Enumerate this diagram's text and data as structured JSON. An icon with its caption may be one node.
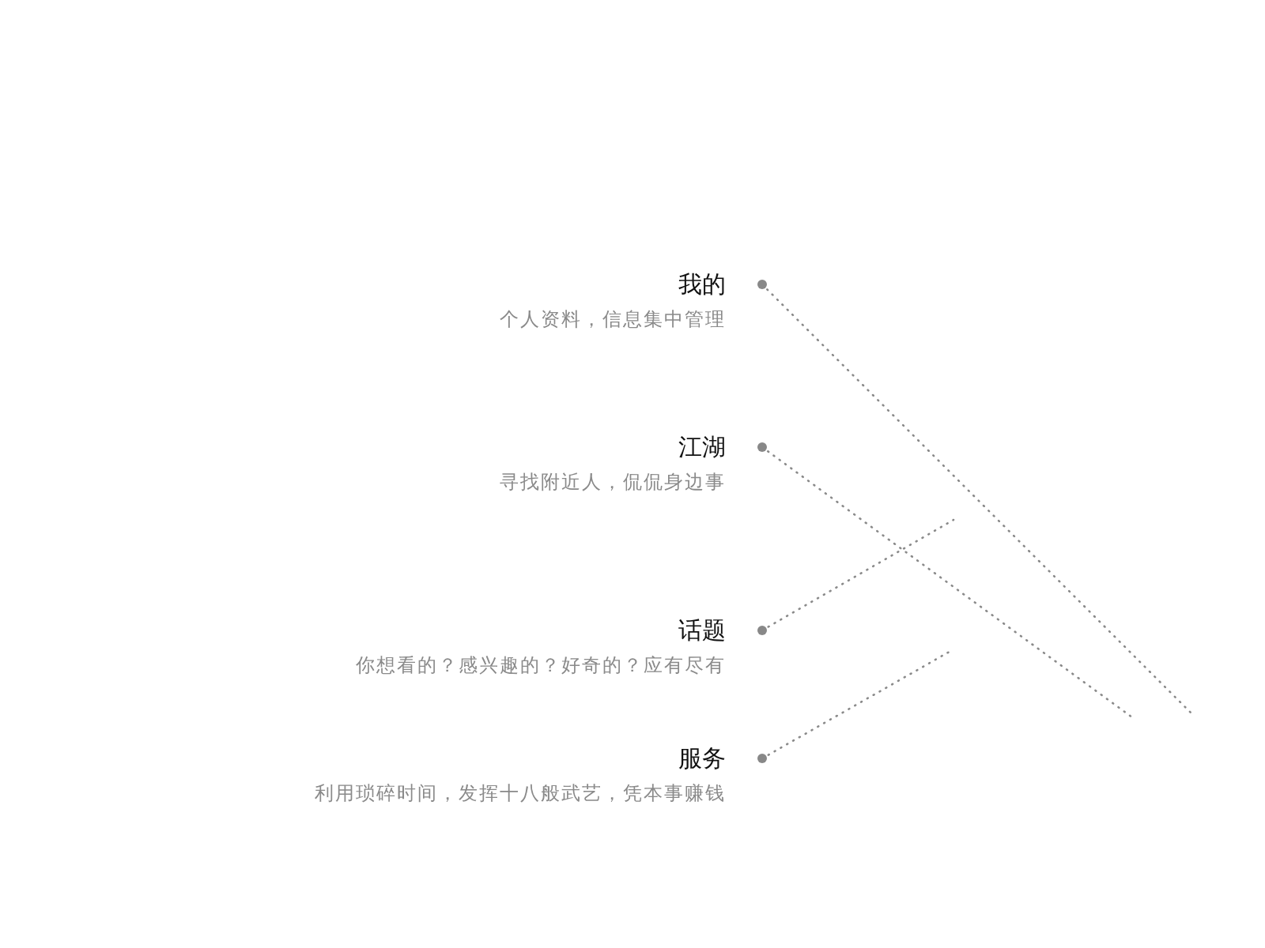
{
  "diagram": {
    "nodes": [
      {
        "text": [
          "我的",
          "个人资料，信息集中管理"
        ]
      },
      {
        "text": [
          "江湖",
          "寻找附近人，侃侃身边事"
        ]
      },
      {
        "text": [
          "话题",
          "你想看的？感兴趣的？好奇的？应有尽有"
        ]
      },
      {
        "text": [
          "服务",
          "利用琐碎时间，发挥十八般武艺，凭本事赚钱"
        ]
      }
    ],
    "edges": [
      {
        "from": 0,
        "to": null,
        "arrow": "other",
        "style": "dashed"
      },
      {
        "from": 1,
        "to": null,
        "arrow": "other",
        "style": "dashed"
      },
      {
        "from": 2,
        "to": null,
        "arrow": "other",
        "style": "dashed"
      },
      {
        "from": 3,
        "to": null,
        "arrow": "other",
        "style": "dashed"
      }
    ]
  }
}
